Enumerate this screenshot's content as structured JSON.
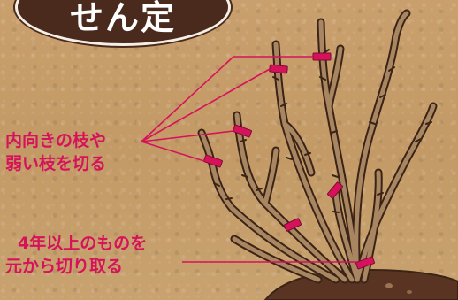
{
  "title": "せん定",
  "annotations": {
    "inward_branches": {
      "line1": "内向きの枝や",
      "line2": "弱い枝を切る"
    },
    "old_stems": {
      "line1": "4年以上のものを",
      "line2": "元から切り取る"
    }
  },
  "colors": {
    "background": "#c79e6a",
    "title_badge": "#4a2a1c",
    "annotation_text": "#d6125a",
    "cut_marker": "#d6125a",
    "branch_fill": "#a98662",
    "branch_outline": "#3b2416",
    "soil": "#5a3423"
  }
}
